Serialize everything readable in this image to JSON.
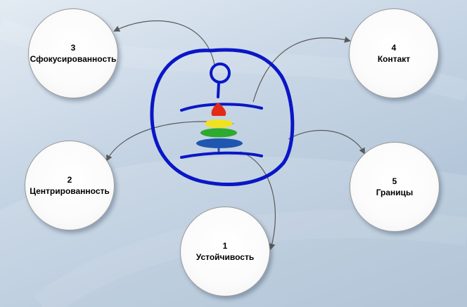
{
  "nodes": [
    {
      "id": "n3",
      "number": "3",
      "label": "Сфокусированность"
    },
    {
      "id": "n4",
      "number": "4",
      "label": "Контакт"
    },
    {
      "id": "n2",
      "number": "2",
      "label": "Центрированность"
    },
    {
      "id": "n5",
      "number": "5",
      "label": "Границы"
    },
    {
      "id": "n1",
      "number": "1",
      "label": "Устойчивость"
    }
  ],
  "colors": {
    "outline": "#0a17c6",
    "connector": "#5a5a5a",
    "ring_top": "#e32a17",
    "ring_yellow": "#f2e21e",
    "ring_green": "#2eaa2e",
    "ring_blue": "#1f56b0"
  },
  "icon": "pyramid-toy-icon"
}
